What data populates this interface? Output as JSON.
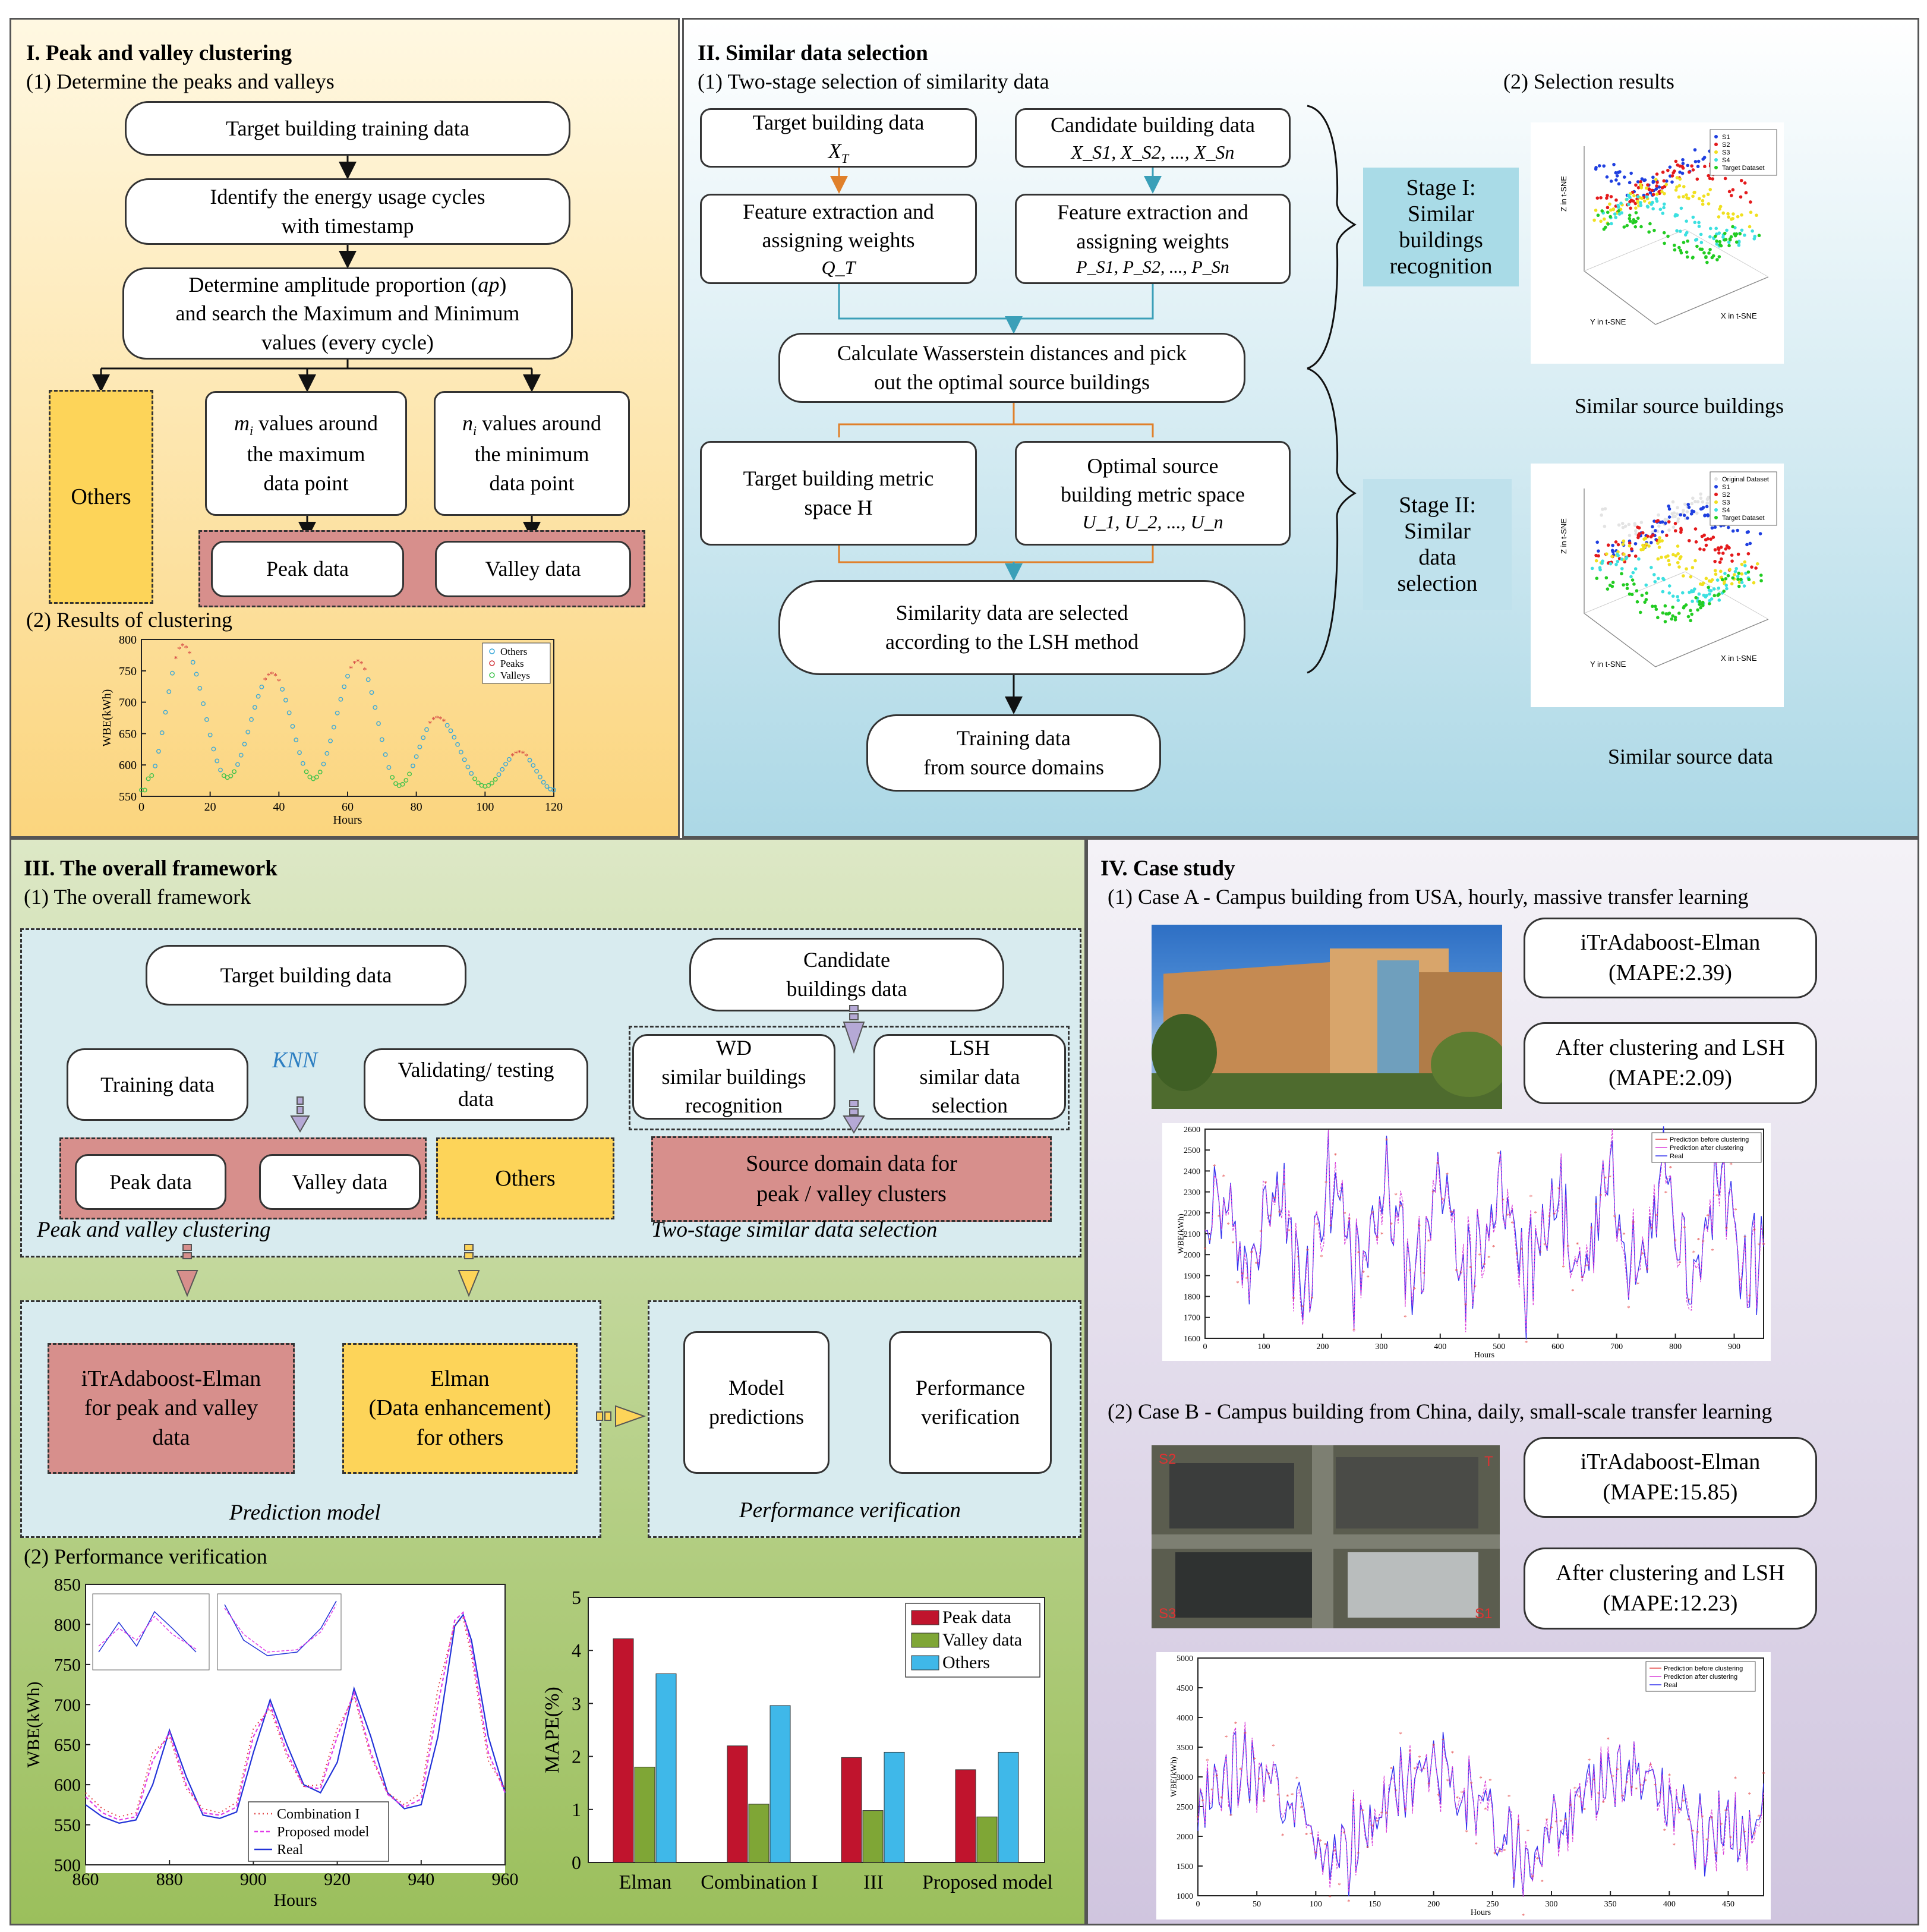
{
  "colors": {
    "panel1_top": "#fff8e2",
    "panel1_bottom": "#fbd57e",
    "panel2_top": "#ffffff",
    "panel2_bottom": "#acd8e6",
    "panel3_top": "#dde8c6",
    "panel3_bottom": "#9bbf5c",
    "panel4_top": "#f4f2f7",
    "panel4_bottom": "#d0c5df",
    "peak_red": "#d78f8c",
    "others_yellow": "#fdd459",
    "stage_blue": "#a9dbe7",
    "bar_peak": "#c0142d",
    "bar_valley": "#7fa636",
    "bar_others": "#3fb8e9"
  },
  "p1": {
    "title": "I. Peak and valley clustering",
    "sub1": "(1) Determine the peaks and valleys",
    "box_training": "Target building training data",
    "box_identify": "Identify the energy usage cycles\nwith timestamp",
    "box_ap_1": "Determine amplitude proportion (",
    "box_ap_it": "ap",
    "box_ap_2": ")\nand search the Maximum and Minimum\nvalues (every cycle)",
    "others": "Others",
    "max_var": "m",
    "max_sub": "i",
    "max_text": " values around\nthe maximum\ndata point",
    "min_var": "n",
    "min_sub": "i",
    "min_text": " values around\nthe minimum\ndata point",
    "peak_data": "Peak data",
    "valley_data": "Valley data",
    "sub2": "(2) Results of clustering",
    "chart_ylabel": "WBE(kWh)",
    "chart_xlabel": "Hours",
    "legend": [
      "Others",
      "Peaks",
      "Valleys"
    ]
  },
  "p2": {
    "title": "II. Similar data selection",
    "sub1": "(1) Two-stage selection of similarity data",
    "sub2": "(2) Selection results",
    "target_data": "Target building data",
    "target_var": "X",
    "target_sub": "T",
    "cand_data": "Candidate building data",
    "cand_vars": "X_S1, X_S2, ..., X_Sn",
    "feat_left": "Feature extraction and\nassigning weights",
    "feat_left_var": "Q_T",
    "feat_right": "Feature extraction and\nassigning weights",
    "feat_right_vars": "P_S1, P_S2, ..., P_Sn",
    "wasserstein": "Calculate Wasserstein distances and pick\nout the optimal source buildings",
    "metric_target": "Target building metric\nspace H",
    "metric_source": "Optimal source\nbuilding metric space",
    "metric_source_vars": "U_1, U_2, ..., U_n",
    "lsh": "Similarity data are selected\naccording to the LSH method",
    "training_src": "Training data\nfrom source domains",
    "stage1": "Stage I:\nSimilar\nbuildings\nrecognition",
    "stage2": "Stage II:\nSimilar\ndata\nselection",
    "cap1": "Similar source buildings",
    "cap2": "Similar source data",
    "scatter1_legend": [
      "S1",
      "S2",
      "S3",
      "S4",
      "Target Dataset"
    ],
    "scatter2_legend": [
      "Original Dataset",
      "S1",
      "S2",
      "S3",
      "S4",
      "Target Dataset"
    ],
    "axis_x": "X in t-SNE",
    "axis_y": "Y in t-SNE",
    "axis_z": "Z in t-SNE"
  },
  "p3": {
    "title": "III.  The overall framework",
    "sub1": "(1) The overall framework",
    "target": "Target building data",
    "candidate": "Candidate\nbuildings data",
    "training": "Training data",
    "knn": "KNN",
    "validating": "Validating/ testing\ndata",
    "wd": "WD\nsimilar buildings\nrecognition",
    "lshsel": "LSH\nsimilar data\nselection",
    "peak": "Peak data",
    "valley": "Valley data",
    "others": "Others",
    "source_domain": "Source domain data for\npeak / valley clusters",
    "cap_cluster": "Peak and valley clustering",
    "cap_two_stage": "Two-stage similar data selection",
    "itr": "iTrAdaboost-Elman\nfor peak and valley\ndata",
    "elman": "Elman\n(Data enhancement)\nfor others",
    "model_pred": "Model\npredictions",
    "perf_ver": "Performance\nverification",
    "cap_pred": "Prediction model",
    "cap_perf": "Performance verification",
    "sub2": "(2) Performance verification",
    "line_ylabel": "WBE(kWh)",
    "line_xlabel": "Hours",
    "line_legend": [
      "Combination I",
      "Proposed model",
      "Real"
    ],
    "bar_ylabel": "MAPE(%)"
  },
  "p4": {
    "title": "IV.  Case study",
    "caseA": "(1) Case A - Campus building from USA, hourly, massive transfer learning",
    "caseA_r1": "iTrAdaboost-Elman\n(MAPE:2.39)",
    "caseA_r2": "After clustering and LSH\n(MAPE:2.09)",
    "caseB": "(2) Case B - Campus building from China, daily, small-scale transfer learning",
    "caseB_r1": "iTrAdaboost-Elman\n(MAPE:15.85)",
    "caseB_r2": "After clustering and LSH\n(MAPE:12.23)",
    "chart_ylabel": "WBE(kWh)",
    "chart_xlabel": "Hours",
    "legend": [
      "Prediction before clustering",
      "Prediction after clustering",
      "Real"
    ],
    "map_labels": [
      "S2",
      "T",
      "S3",
      "S1"
    ]
  },
  "chart_data": [
    {
      "type": "scatter",
      "title": "",
      "xlabel": "Hours",
      "ylabel": "WBE(kWh)",
      "xlim": [
        0,
        120
      ],
      "ylim": [
        550,
        800
      ],
      "xticks": [
        0,
        20,
        40,
        60,
        80,
        100,
        120
      ],
      "yticks": [
        550,
        600,
        650,
        700,
        750,
        800
      ],
      "series": [
        {
          "name": "Others",
          "peaks": [
            [
              12,
              790
            ],
            [
              38,
              745
            ],
            [
              63,
              765
            ],
            [
              86,
              675
            ],
            [
              110,
              620
            ]
          ],
          "valleys": [
            [
              2,
              578
            ],
            [
              25,
              580
            ],
            [
              50,
              578
            ],
            [
              75,
              567
            ],
            [
              100,
              566
            ],
            [
              120,
              560
            ]
          ]
        },
        {
          "name": "Peaks",
          "centers": [
            12,
            38,
            63,
            86,
            110
          ]
        },
        {
          "name": "Valleys",
          "centers": [
            2,
            25,
            50,
            75,
            100
          ]
        }
      ]
    },
    {
      "type": "line",
      "xlabel": "Hours",
      "ylabel": "WBE(kWh)",
      "xlim": [
        860,
        960
      ],
      "ylim": [
        500,
        850
      ],
      "xticks": [
        860,
        880,
        900,
        920,
        940,
        960
      ],
      "yticks": [
        500,
        550,
        600,
        650,
        700,
        750,
        800,
        850
      ],
      "series": [
        {
          "name": "Real",
          "x": [
            860,
            864,
            868,
            872,
            876,
            880,
            884,
            888,
            892,
            896,
            900,
            904,
            908,
            912,
            916,
            920,
            924,
            928,
            932,
            936,
            940,
            944,
            948,
            950,
            952,
            956,
            960
          ],
          "y": [
            575,
            560,
            552,
            556,
            600,
            668,
            610,
            562,
            558,
            566,
            640,
            706,
            650,
            600,
            590,
            628,
            720,
            660,
            590,
            570,
            575,
            660,
            798,
            812,
            780,
            660,
            590
          ]
        },
        {
          "name": "Proposed model",
          "x": [
            860,
            864,
            868,
            872,
            876,
            880,
            884,
            888,
            892,
            896,
            900,
            904,
            908,
            912,
            916,
            920,
            924,
            928,
            932,
            936,
            940,
            944,
            948,
            950,
            952,
            956,
            960
          ],
          "y": [
            585,
            565,
            556,
            560,
            630,
            665,
            600,
            565,
            562,
            572,
            660,
            700,
            640,
            598,
            595,
            660,
            715,
            640,
            588,
            572,
            582,
            700,
            805,
            815,
            770,
            640,
            590
          ]
        },
        {
          "name": "Combination I",
          "x": [
            860,
            864,
            868,
            872,
            876,
            880,
            884,
            888,
            892,
            896,
            900,
            904,
            908,
            912,
            916,
            920,
            924,
            928,
            932,
            936,
            940,
            944,
            948,
            950,
            952,
            956,
            960
          ],
          "y": [
            590,
            570,
            560,
            565,
            640,
            660,
            595,
            570,
            565,
            578,
            670,
            695,
            635,
            598,
            600,
            670,
            710,
            635,
            590,
            575,
            590,
            720,
            800,
            808,
            760,
            630,
            595
          ]
        }
      ]
    },
    {
      "type": "bar",
      "ylabel": "MAPE(%)",
      "ylim": [
        0,
        5
      ],
      "yticks": [
        0,
        1,
        2,
        3,
        4,
        5
      ],
      "categories": [
        "Elman",
        "Combination I",
        "III",
        "Proposed model"
      ],
      "series": [
        {
          "name": "Peak data",
          "values": [
            4.22,
            2.2,
            1.98,
            1.75
          ]
        },
        {
          "name": "Valley data",
          "values": [
            1.8,
            1.1,
            0.98,
            0.86
          ]
        },
        {
          "name": "Others",
          "values": [
            3.56,
            2.96,
            2.08,
            2.08
          ]
        }
      ]
    },
    {
      "type": "line",
      "xlabel": "Hours",
      "ylabel": "WBE(kWh)",
      "xlim": [
        0,
        950
      ],
      "ylim": [
        1600,
        2600
      ],
      "xticks": [
        0,
        100,
        200,
        300,
        400,
        500,
        600,
        700,
        800,
        900
      ],
      "yticks": [
        1600,
        1700,
        1800,
        1900,
        2000,
        2100,
        2200,
        2300,
        2400,
        2500,
        2600
      ],
      "series": [
        {
          "name": "Real",
          "pattern": "daily cycle between ~1750 and ~2500"
        },
        {
          "name": "Prediction after clustering"
        },
        {
          "name": "Prediction before clustering"
        }
      ]
    },
    {
      "type": "line",
      "xlabel": "Hours",
      "ylabel": "WBE(kWh)",
      "xlim": [
        0,
        480
      ],
      "ylim": [
        1000,
        5000
      ],
      "xticks": [
        0,
        50,
        100,
        150,
        200,
        250,
        300,
        350,
        400,
        450
      ],
      "yticks": [
        1000,
        1500,
        2000,
        2500,
        3000,
        3500,
        4000,
        4500,
        5000
      ],
      "series": [
        {
          "name": "Real"
        },
        {
          "name": "Prediction after clustering"
        },
        {
          "name": "Prediction before clustering"
        }
      ]
    }
  ]
}
